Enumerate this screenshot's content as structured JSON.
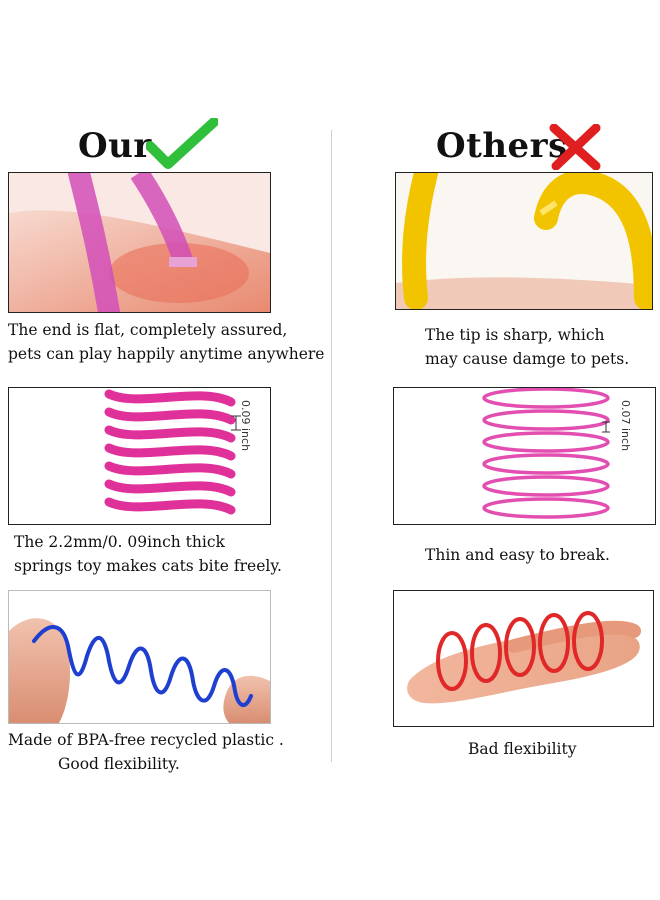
{
  "left": {
    "heading": "Our",
    "heading_icon": "check-icon",
    "captions": [
      [
        "The end is flat, completely assured,",
        "pets can play happily anytime anywhere"
      ],
      [
        "The 2.2mm/0. 09inch thick",
        "springs toy makes cats bite freely."
      ],
      [
        "Made of BPA-free recycled plastic .",
        "Good flexibility."
      ]
    ],
    "measure_label": "0.09 inch"
  },
  "right": {
    "heading": "Others",
    "heading_icon": "cross-icon",
    "captions": [
      [
        "The tip is sharp, which",
        "may cause damge to pets."
      ],
      [
        "Thin and easy to break."
      ],
      [
        "Bad flexibility"
      ]
    ],
    "measure_label": "0.07 inch"
  },
  "colors": {
    "check": "#2fbf3a",
    "cross": "#e02020",
    "pink_spring": "#e0309a",
    "yellow_spring": "#f2c400",
    "blue_spring": "#1e3fd0",
    "red_spring": "#e02828",
    "skin": "#f0a080"
  }
}
